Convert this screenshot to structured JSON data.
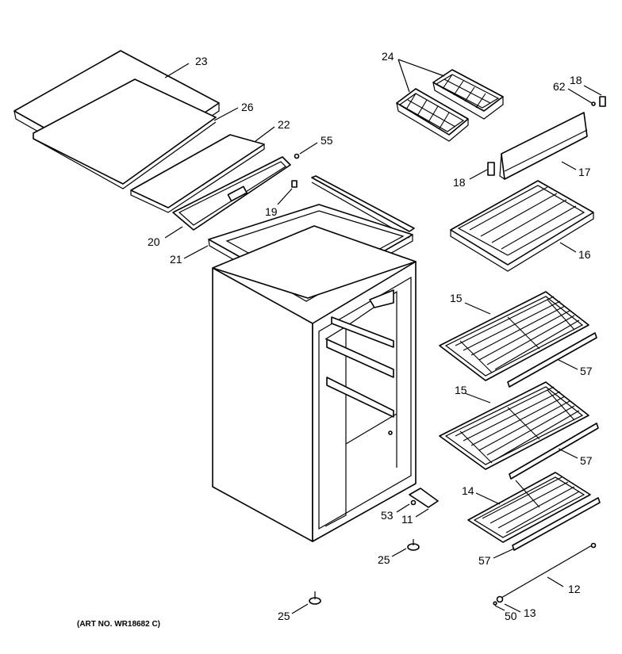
{
  "callouts": {
    "c23": "23",
    "c26": "26",
    "c22": "22",
    "c55": "55",
    "c19": "19",
    "c20": "20",
    "c21": "21",
    "c24": "24",
    "c62": "62",
    "c18a": "18",
    "c18b": "18",
    "c17": "17",
    "c16": "16",
    "c15a": "15",
    "c57a": "57",
    "c15b": "15",
    "c57b": "57",
    "c14": "14",
    "c57c": "57",
    "c53": "53",
    "c11": "11",
    "c25a": "25",
    "c25b": "25",
    "c12": "12",
    "c50": "50",
    "c13": "13"
  },
  "art_number": "(ART NO. WR18682 C)"
}
